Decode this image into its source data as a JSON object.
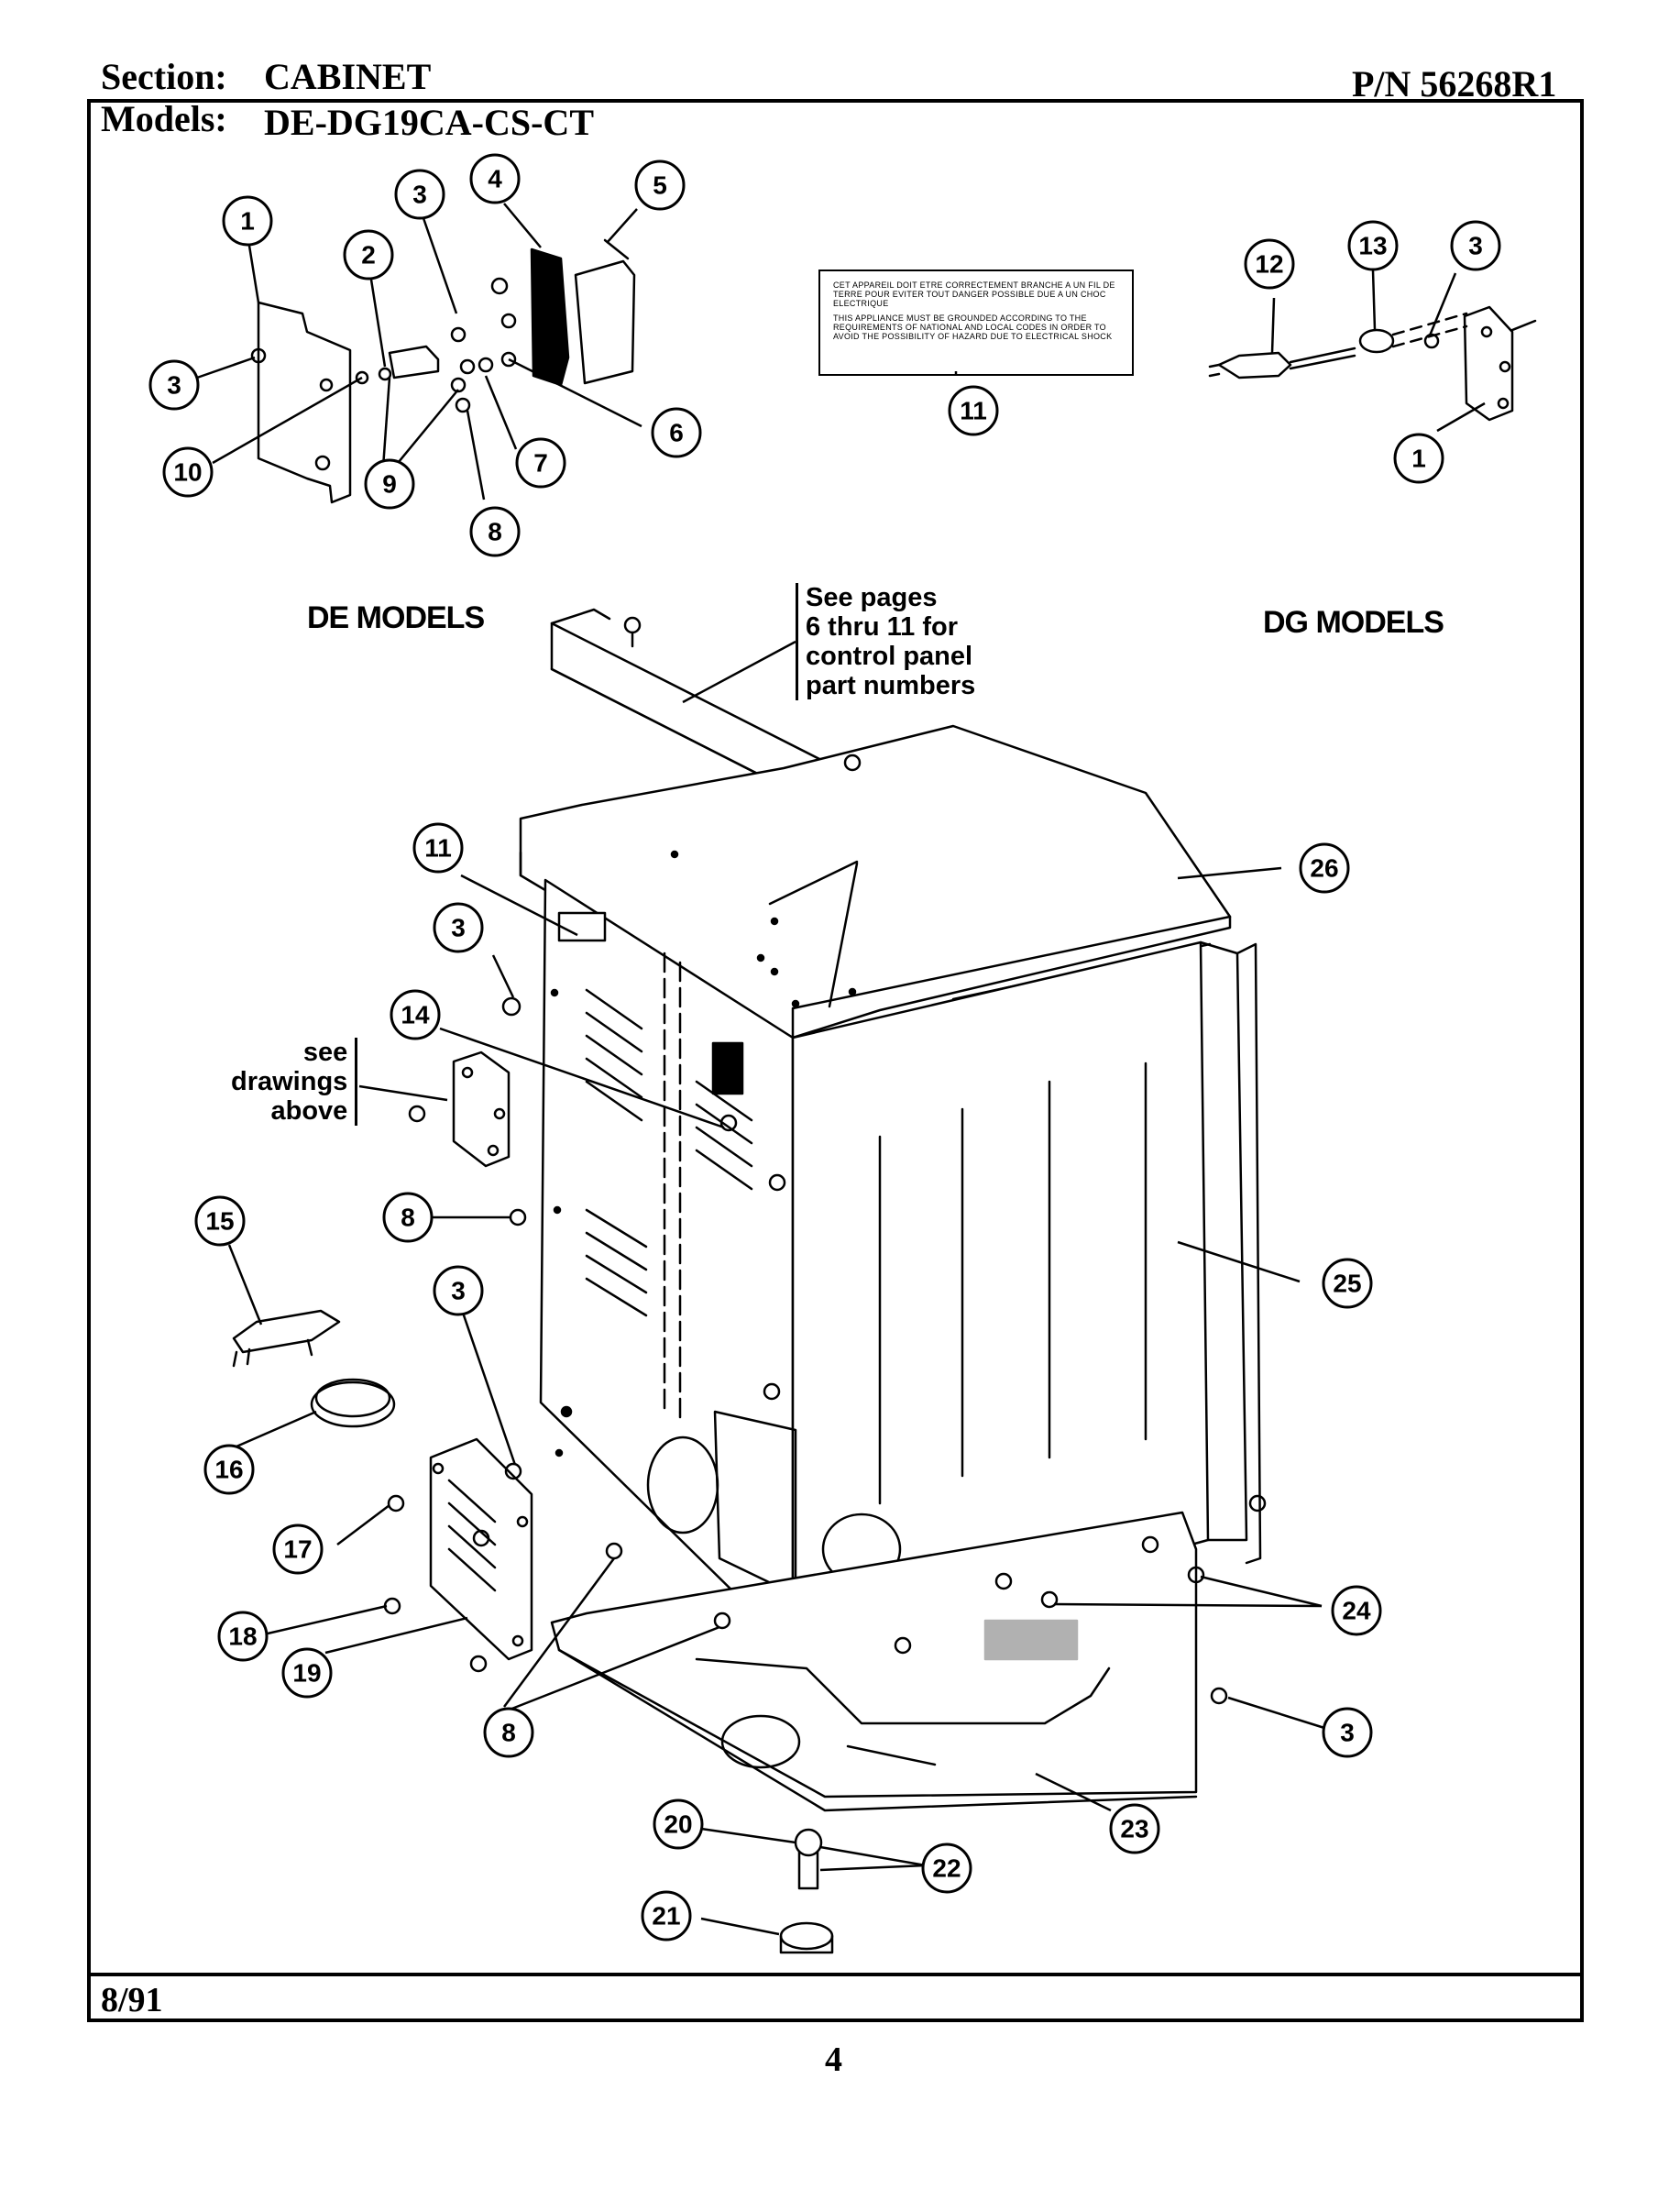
{
  "header": {
    "section_label": "Section:",
    "section_value": "CABINET",
    "models_label": "Models:",
    "models_value": "DE-DG19CA-CS-CT",
    "part_number": "P/N 56268R1"
  },
  "labels": {
    "de_models": "DE MODELS",
    "dg_models": "DG MODELS"
  },
  "notes": {
    "control_panel": [
      "See pages",
      "6 thru 11 for",
      "control panel",
      "part numbers"
    ],
    "see_drawings": [
      "see",
      "drawings",
      "above"
    ]
  },
  "decal": {
    "french": "CET APPAREIL DOIT ETRE CORRECTEMENT BRANCHE A UN FIL DE TERRE POUR EVITER TOUT DANGER POSSIBLE DUE A UN CHOC ELECTRIQUE",
    "english": "THIS APPLIANCE MUST BE GROUNDED ACCORDING TO THE REQUIREMENTS OF NATIONAL AND LOCAL CODES IN ORDER TO AVOID THE POSSIBILITY OF HAZARD DUE TO ELECTRICAL SHOCK"
  },
  "callouts": [
    "1",
    "2",
    "3",
    "4",
    "5",
    "3",
    "10",
    "9",
    "8",
    "7",
    "6",
    "11",
    "12",
    "13",
    "3",
    "1",
    "11",
    "3",
    "14",
    "26",
    "8",
    "15",
    "3",
    "25",
    "16",
    "17",
    "18",
    "19",
    "8",
    "24",
    "3",
    "20",
    "22",
    "21",
    "23"
  ],
  "footer": {
    "date": "8/91",
    "page": "4"
  }
}
